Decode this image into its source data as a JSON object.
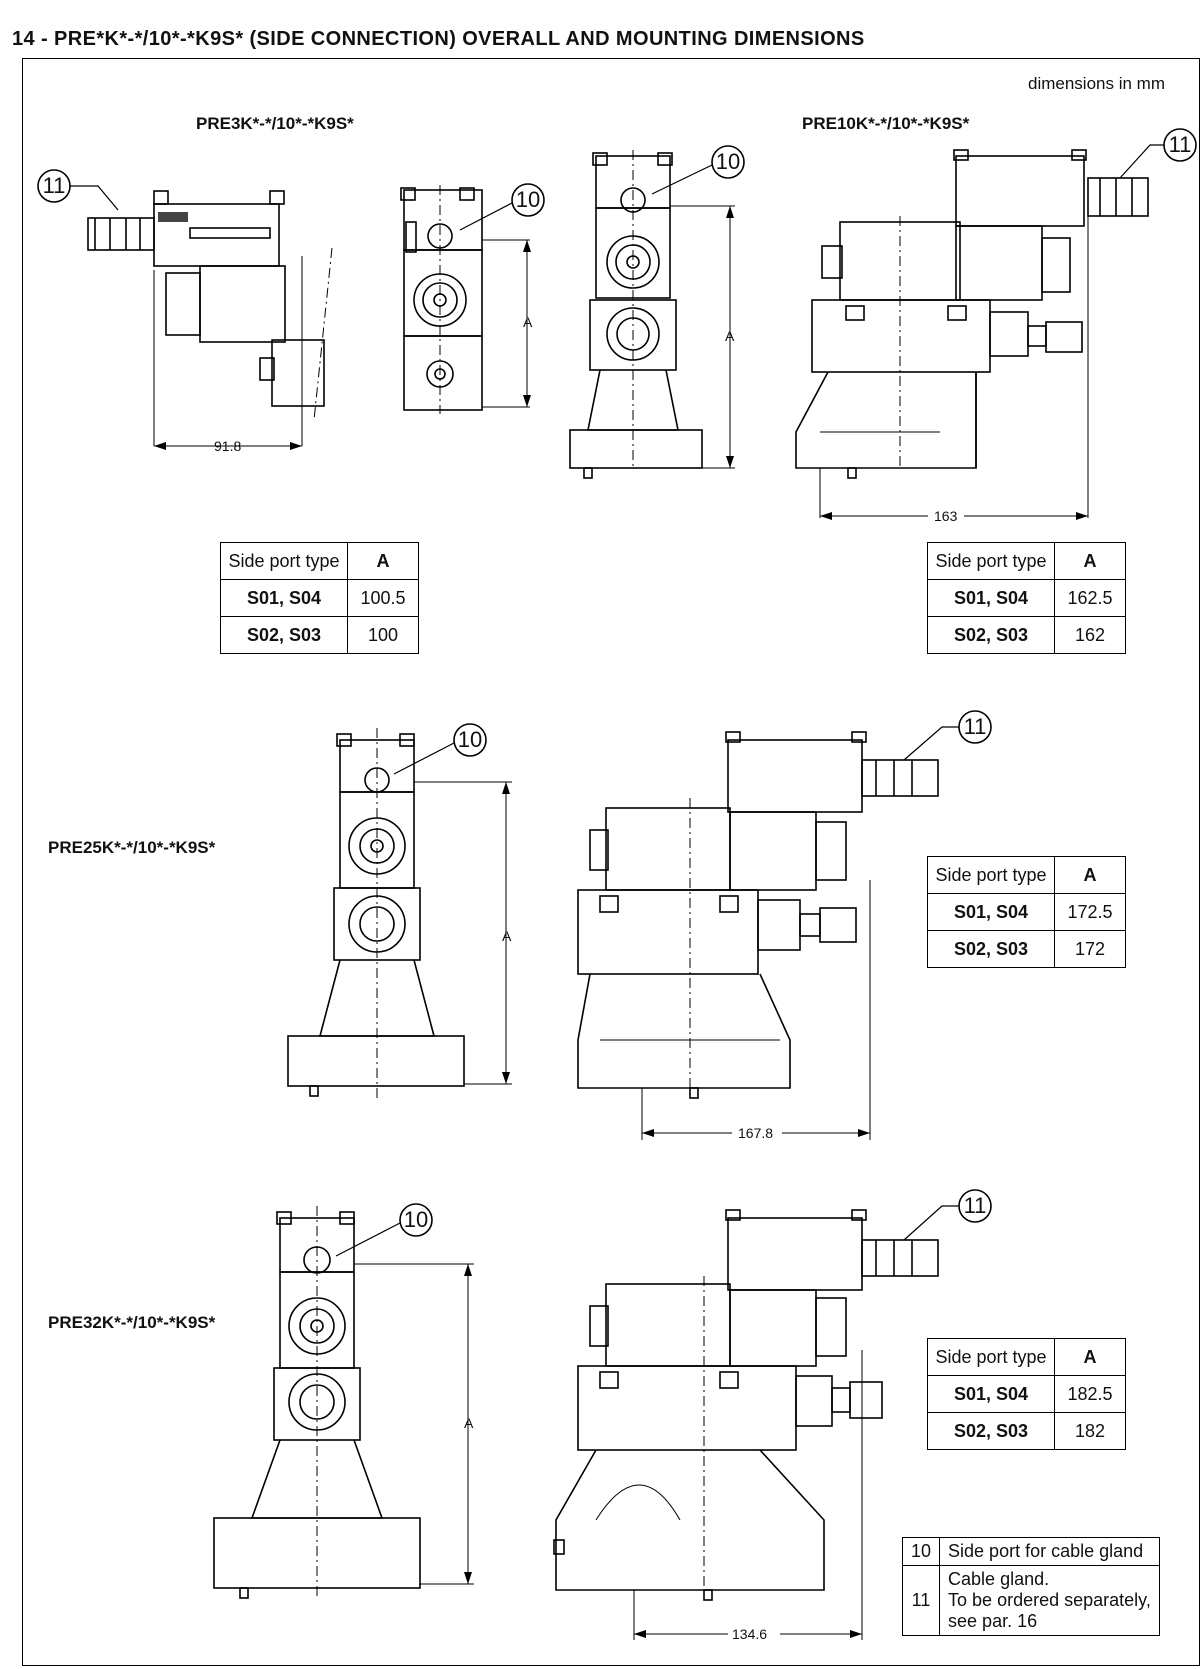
{
  "section_title": "14 - PRE*K*-*/10*-*K9S* (SIDE CONNECTION) OVERALL AND MOUNTING DIMENSIONS",
  "units_note": "dimensions in mm",
  "models": {
    "pre3": "PRE3K*-*/10*-*K9S*",
    "pre10": "PRE10K*-*/10*-*K9S*",
    "pre25": "PRE25K*-*/10*-*K9S*",
    "pre32": "PRE32K*-*/10*-*K9S*"
  },
  "dimensions": {
    "pre3_width": "91.8",
    "pre10_width": "163",
    "pre25_width": "167.8",
    "pre32_width": "134.6",
    "height_label": "A"
  },
  "callouts": {
    "side_port": "10",
    "cable_gland": "11"
  },
  "port_tables": {
    "header_type": "Side port type",
    "header_a": "A",
    "row1_type": "S01, S04",
    "row2_type": "S02, S03",
    "pre3": {
      "row1_a": "100.5",
      "row2_a": "100"
    },
    "pre10": {
      "row1_a": "162.5",
      "row2_a": "162"
    },
    "pre25": {
      "row1_a": "172.5",
      "row2_a": "172"
    },
    "pre32": {
      "row1_a": "182.5",
      "row2_a": "182"
    }
  },
  "legend": {
    "item10_num": "10",
    "item10_text": "Side port for cable gland",
    "item11_num": "11",
    "item11_line1": "Cable gland.",
    "item11_line2": "To be ordered separately,",
    "item11_line3": "see par. 16"
  }
}
